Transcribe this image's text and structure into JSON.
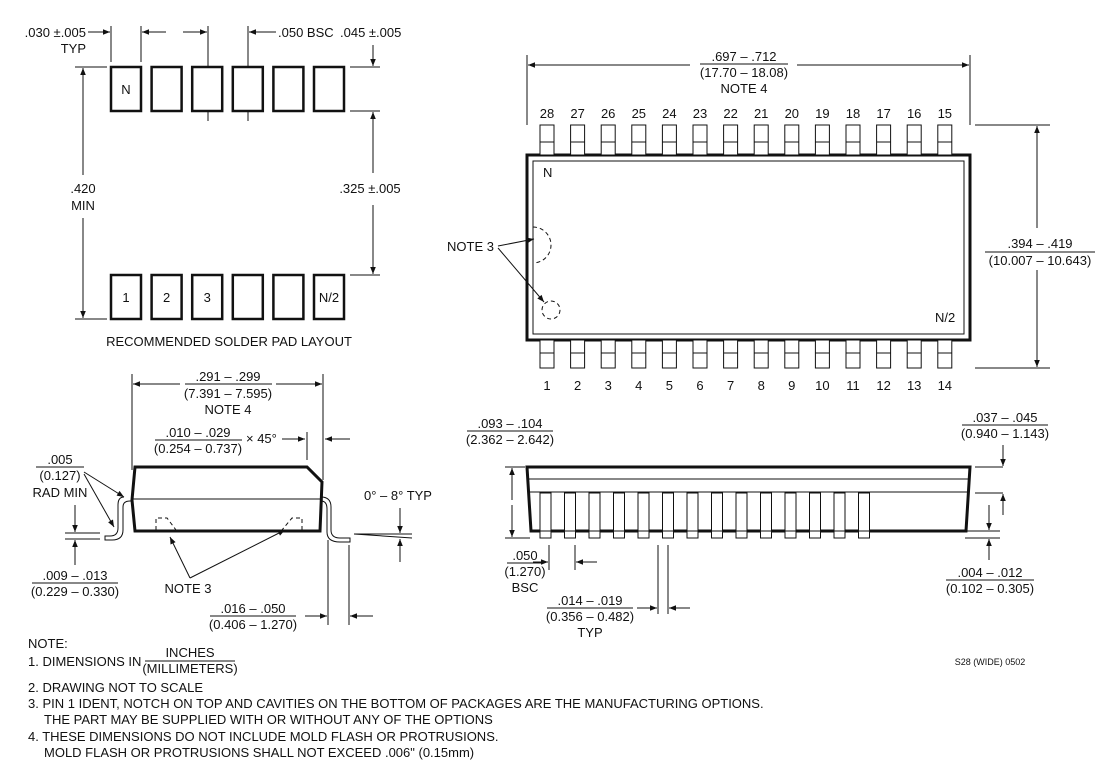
{
  "pad_layout": {
    "title": "RECOMMENDED SOLDER PAD LAYOUT",
    "pad_width": ".030 ±.005",
    "pad_width_typ": "TYP",
    "pitch": ".050 BSC",
    "pad_length": ".045 ±.005",
    "span_min_value": ".420",
    "span_min_label": "MIN",
    "inner_span": ".325 ±.005",
    "top_labels": [
      "N",
      "",
      "",
      "",
      "",
      ""
    ],
    "bottom_labels": [
      "1",
      "2",
      "3",
      "",
      "",
      "N/2"
    ]
  },
  "top_view": {
    "length_in": ".697 – .712",
    "length_mm": "(17.70 – 18.08)",
    "length_note": "NOTE 4",
    "width_in": ".394 – .419",
    "width_mm": "(10.007 – 10.643)",
    "top_pins": [
      "28",
      "27",
      "26",
      "25",
      "24",
      "23",
      "22",
      "21",
      "20",
      "19",
      "18",
      "17",
      "16",
      "15"
    ],
    "bottom_pins": [
      "1",
      "2",
      "3",
      "4",
      "5",
      "6",
      "7",
      "8",
      "9",
      "10",
      "11",
      "12",
      "13",
      "14"
    ],
    "n_label": "N",
    "n2_label": "N/2",
    "note3": "NOTE 3"
  },
  "side_view": {
    "body_in": ".291 – .299",
    "body_mm": "(7.391 – 7.595)",
    "body_note": "NOTE 4",
    "chamfer_in": ".010 – .029",
    "chamfer_mm": "(0.254 – 0.737)",
    "chamfer_angle": "× 45°",
    "rad_in": ".005",
    "rad_mm": "(0.127)",
    "rad_label": "RAD MIN",
    "angle": "0° – 8° TYP",
    "lead_thk_in": ".009 – .013",
    "lead_thk_mm": "(0.229 – 0.330)",
    "note3": "NOTE 3",
    "foot_in": ".016 – .050",
    "foot_mm": "(0.406 – 1.270)"
  },
  "front_view": {
    "height_in": ".093 – .104",
    "height_mm": "(2.362 – 2.642)",
    "shoulder_in": ".037 – .045",
    "shoulder_mm": "(0.940 – 1.143)",
    "pitch_in": ".050",
    "pitch_mm": "(1.270)",
    "pitch_label": "BSC",
    "lead_w_in": ".014 – .019",
    "lead_w_mm": "(0.356 – 0.482)",
    "lead_w_label": "TYP",
    "standoff_in": ".004 – .012",
    "standoff_mm": "(0.102 – 0.305)",
    "drawing_id": "S28 (WIDE) 0502",
    "lead_count": 14
  },
  "notes": {
    "header": "NOTE:",
    "n1": "1. DIMENSIONS IN",
    "n1_num": "INCHES",
    "n1_den": "(MILLIMETERS)",
    "n2": "2. DRAWING NOT TO SCALE",
    "n3a": "3. PIN 1 IDENT, NOTCH ON TOP AND CAVITIES ON THE BOTTOM OF PACKAGES ARE THE MANUFACTURING OPTIONS.",
    "n3b": "THE PART MAY BE SUPPLIED WITH OR WITHOUT ANY OF THE OPTIONS",
    "n4a": "4. THESE DIMENSIONS DO NOT INCLUDE MOLD FLASH OR PROTRUSIONS.",
    "n4b": "MOLD FLASH OR PROTRUSIONS SHALL NOT EXCEED .006\" (0.15mm)"
  }
}
